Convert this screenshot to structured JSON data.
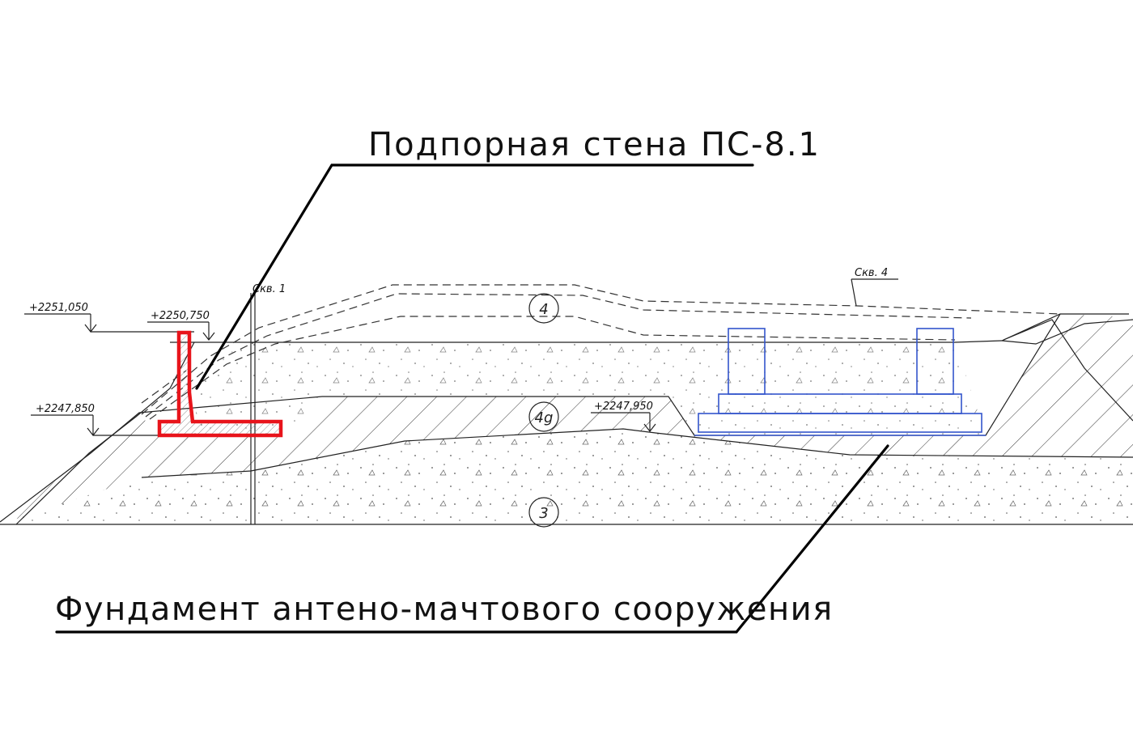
{
  "callouts": {
    "retaining_wall": "Подпорная стена ПС-8.1",
    "foundation": "Фундамент антено-мачтового сооружения"
  },
  "elevations": {
    "e1": "+2251,050",
    "e2": "+2250,750",
    "e3": "+2247,850",
    "e4": "+2247,950"
  },
  "boreholes": {
    "b1": "Скв. 1",
    "b4": "Скв. 4"
  },
  "layers": {
    "l4": "4",
    "l4g": "4g",
    "l3": "3"
  },
  "colors": {
    "retaining_wall": "#e8141b",
    "foundation": "#3355cc",
    "lines": "#222222"
  }
}
